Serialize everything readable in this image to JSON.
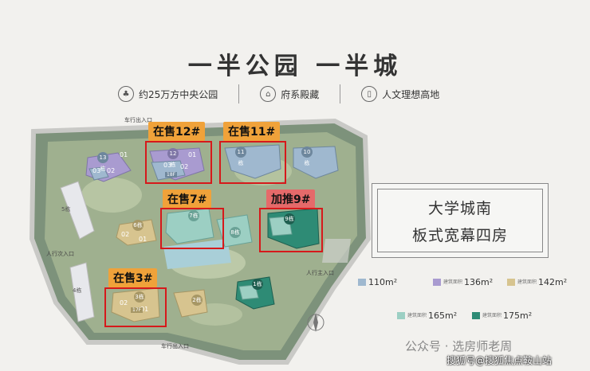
{
  "title": "一半公园 一半城",
  "features": [
    {
      "icon": "tree-icon",
      "label": "约25万方中央公园"
    },
    {
      "icon": "arch-icon",
      "label": "府系殿藏"
    },
    {
      "icon": "book-icon",
      "label": "人文理想高地"
    }
  ],
  "sale_tags": {
    "b12": "在售12#",
    "b11": "在售11#",
    "b7": "在售7#",
    "b9": "加推9#",
    "b3": "在售3#"
  },
  "promo": {
    "line1": "大学城南",
    "line2": "板式宽幕四房"
  },
  "legend": [
    {
      "color": "#9fb8cf",
      "label": "110m²"
    },
    {
      "color": "#a99bd0",
      "label": "136m²"
    },
    {
      "color": "#d7c48f",
      "label": "142m²"
    },
    {
      "color": "#9ccfc3",
      "label": "165m²"
    },
    {
      "color": "#2e8b75",
      "label": "175m²"
    }
  ],
  "legend_tiny": "建筑面积",
  "roads": {
    "car_entry_top": "车行出入口",
    "person_entry_left": "人行次入口",
    "person_main_entry": "人行主入口",
    "car_entry_bottom": "车行出入口"
  },
  "buildings": {
    "b13": "13栋",
    "b12": "12栋",
    "b11": "11栋",
    "b10": "10栋",
    "b5": "5栋",
    "b6": "6栋",
    "b7": "7栋",
    "b8": "8栋",
    "b9": "9栋",
    "b4": "4栋",
    "b3": "3栋",
    "b2": "2栋",
    "b1": "1栋"
  },
  "units": {
    "u01": "01",
    "u02": "02",
    "u03": "03"
  },
  "floors": {
    "f18": "18F",
    "f17": "17F"
  },
  "watermark": {
    "line1": "公众号 · 选房师老周",
    "line2": "搜狐号@搜狐焦点鞍山站"
  }
}
